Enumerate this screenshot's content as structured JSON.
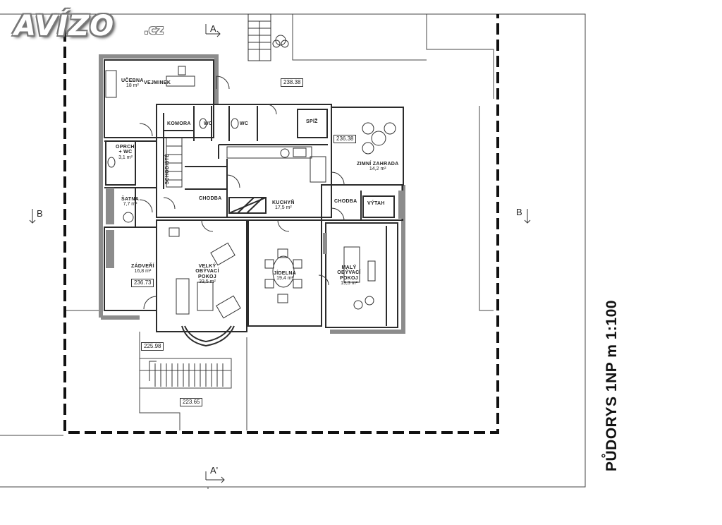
{
  "logo": {
    "main": "AVÍZO",
    "suffix": ".cz"
  },
  "title": "PŮDORYS 1NP m 1:100",
  "section_marks": {
    "a_top": "A",
    "a_bottom": "A'",
    "b_left": "B",
    "b_right": "B"
  },
  "rooms": {
    "ucebna": {
      "name": "UČEBNA",
      "area": "18 m²"
    },
    "vejminek": {
      "name": "VEJMINEK"
    },
    "komora": {
      "name": "KOMORA"
    },
    "wc1": {
      "name": "WC"
    },
    "wc2": {
      "name": "WC"
    },
    "spiz": {
      "name": "SPÍŽ"
    },
    "prádelna_wc": {
      "name": "OPRCHI + WC",
      "area": "3,1 m²"
    },
    "satna": {
      "name": "ŠATNA",
      "area": "7,7 m²"
    },
    "chodba": {
      "name": "CHODBA"
    },
    "kuchyn": {
      "name": "KUCHYŇ",
      "area": "17,5 m²"
    },
    "zimni_zahrada": {
      "name": "ZIMNÍ ZAHRADA",
      "area": "14,2 m²"
    },
    "chodba2": {
      "name": "CHODBA"
    },
    "vytah": {
      "name": "VÝTAH"
    },
    "zadveri": {
      "name": "ZÁDVEŘÍ",
      "area": "16,8 m²"
    },
    "velky_obyvaci": {
      "name": "VELKÝ OBÝVACÍ POKOJ",
      "area": "33,5 m²"
    },
    "jidelna": {
      "name": "JÍDELNA",
      "area": "19,4 m²"
    },
    "maly_obyvaci": {
      "name": "MALÝ OBÝVACÍ POKOJ",
      "area": "19,3 m²"
    },
    "schodiste": {
      "name": "SCHODIŠTĚ"
    }
  },
  "elevations": {
    "top": "238.38",
    "garden": "236.38",
    "entry": "236.73",
    "lower1": "225.98",
    "lower2": "223.65"
  },
  "colors": {
    "wall": "#8c8c8c",
    "line": "#2b2b2b",
    "boundary": "#111111"
  }
}
